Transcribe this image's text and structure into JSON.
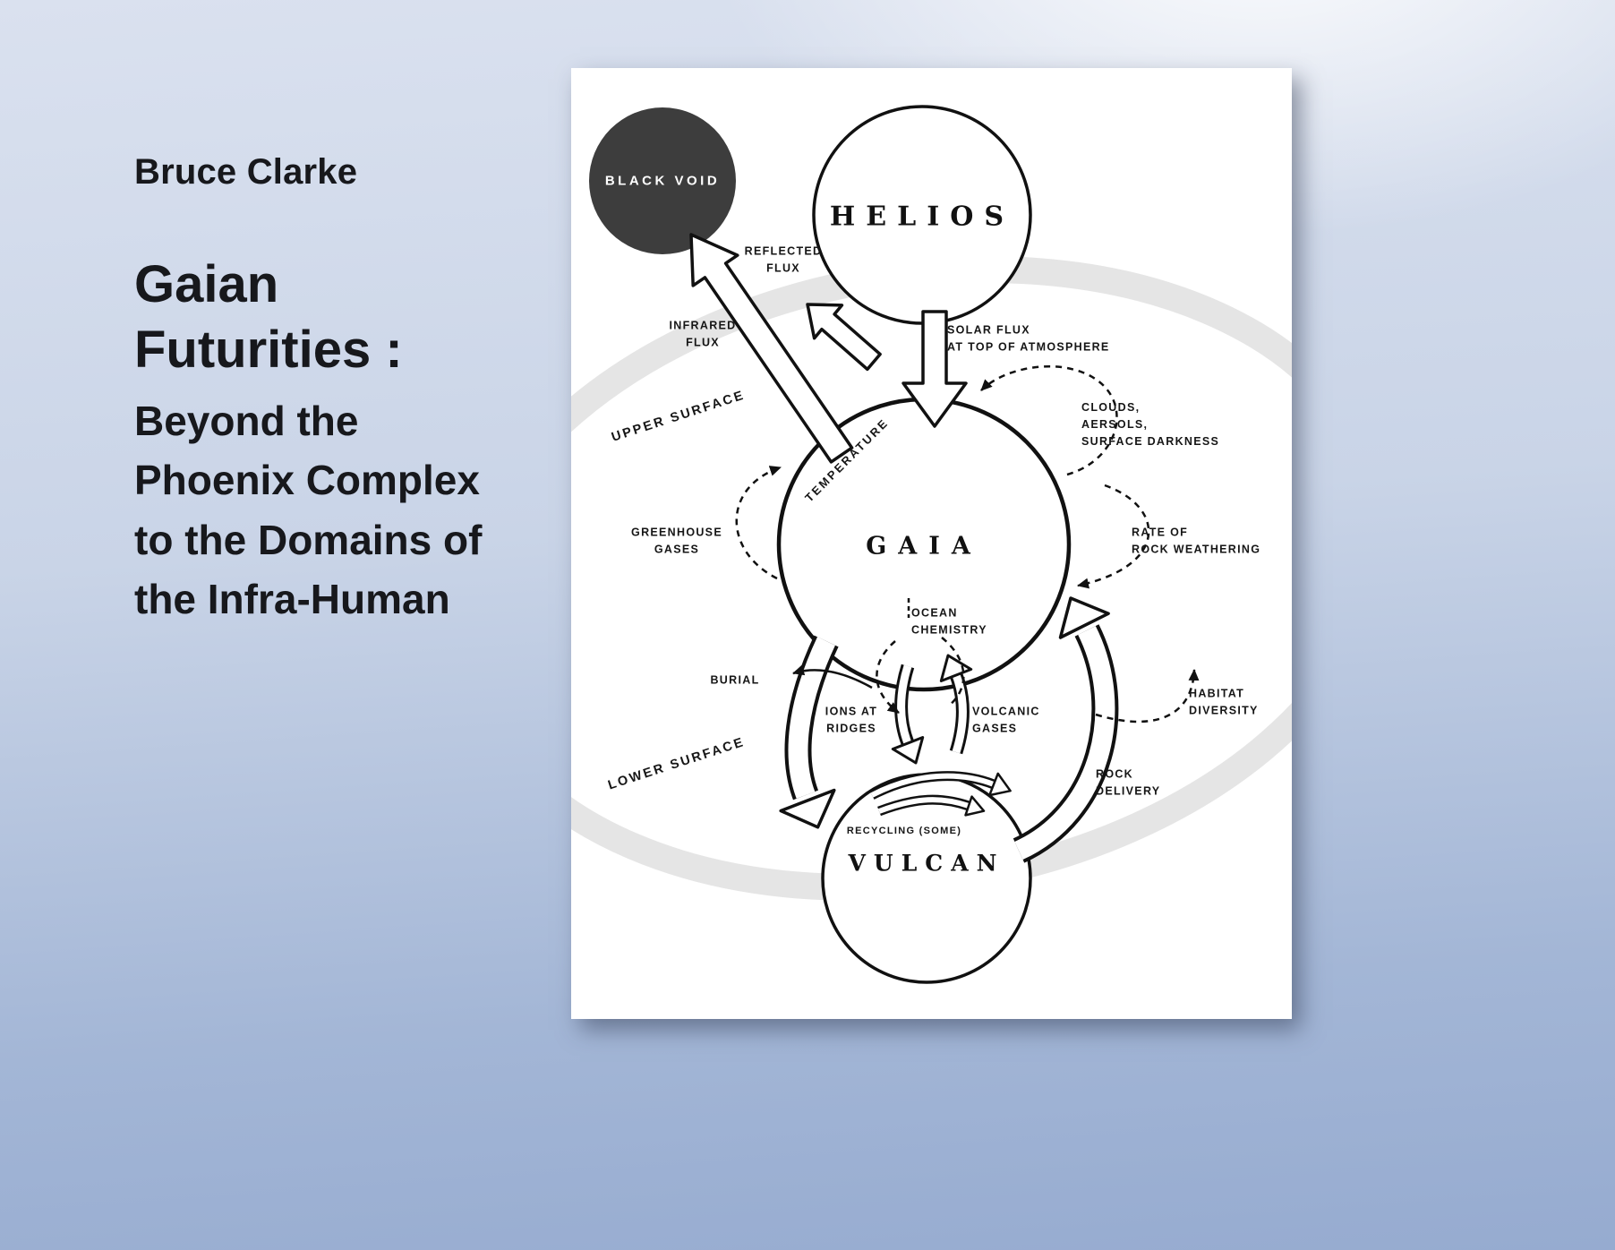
{
  "slide": {
    "author": "Bruce Clarke",
    "title": "Gaian\nFuturities :",
    "subtitle": "Beyond the\nPhoenix Complex\nto the Domains of\nthe Infra-Human"
  },
  "diagram": {
    "nodes": {
      "black_void": "BLACK VOID",
      "helios": "HELIOS",
      "gaia": "GAIA",
      "vulcan": "VULCAN"
    },
    "labels": {
      "reflected_flux": "REFLECTED\nFLUX",
      "infrared_flux": "INFRARED\nFLUX",
      "solar_flux": "SOLAR FLUX\nAT TOP OF ATMOSPHERE",
      "upper_surface": "UPPER SURFACE",
      "temperature": "TEMPERATURE",
      "clouds": "CLOUDS,\nAERSOLS,\nSURFACE DARKNESS",
      "greenhouse_gases": "GREENHOUSE\nGASES",
      "rate_of_rock_weathering": "RATE OF\nROCK WEATHERING",
      "ocean_chemistry": "OCEAN\nCHEMISTRY",
      "burial": "BURIAL",
      "ions_at_ridges": "IONS AT\nRIDGES",
      "volcanic_gases": "VOLCANIC\nGASES",
      "habitat_diversity": "HABITAT\nDIVERSITY",
      "rock_delivery": "ROCK\nDELIVERY",
      "recycling": "RECYCLING (SOME)",
      "lower_surface": "LOWER SURFACE"
    },
    "colors": {
      "void_fill": "#3d3d3d",
      "ink": "#111111",
      "surface_band": "#e5e5e5",
      "background_top": "#dae1ef",
      "background_bottom": "#96abd0"
    }
  }
}
